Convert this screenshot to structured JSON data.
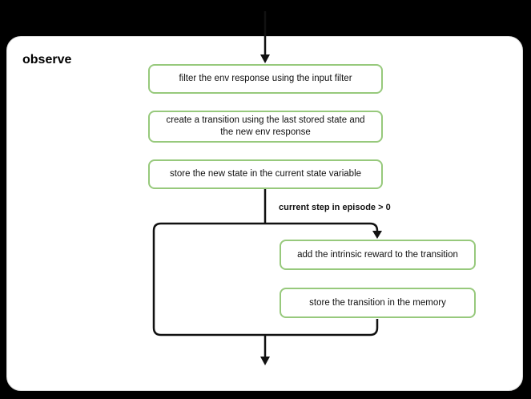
{
  "diagram": {
    "title": "observe",
    "nodes": [
      {
        "label": "filter the env response using the input filter"
      },
      {
        "label": "create a transition using the last stored state and the new env response"
      },
      {
        "label": "store the new state in the current state variable"
      },
      {
        "label": "add the intrinsic reward to the transition"
      },
      {
        "label": "store the transition in the memory"
      }
    ],
    "branch_label": "current step in episode > 0",
    "colors": {
      "background": "#000000",
      "panel": "#ffffff",
      "node_border": "#97c97c",
      "connector": "#111111"
    }
  }
}
